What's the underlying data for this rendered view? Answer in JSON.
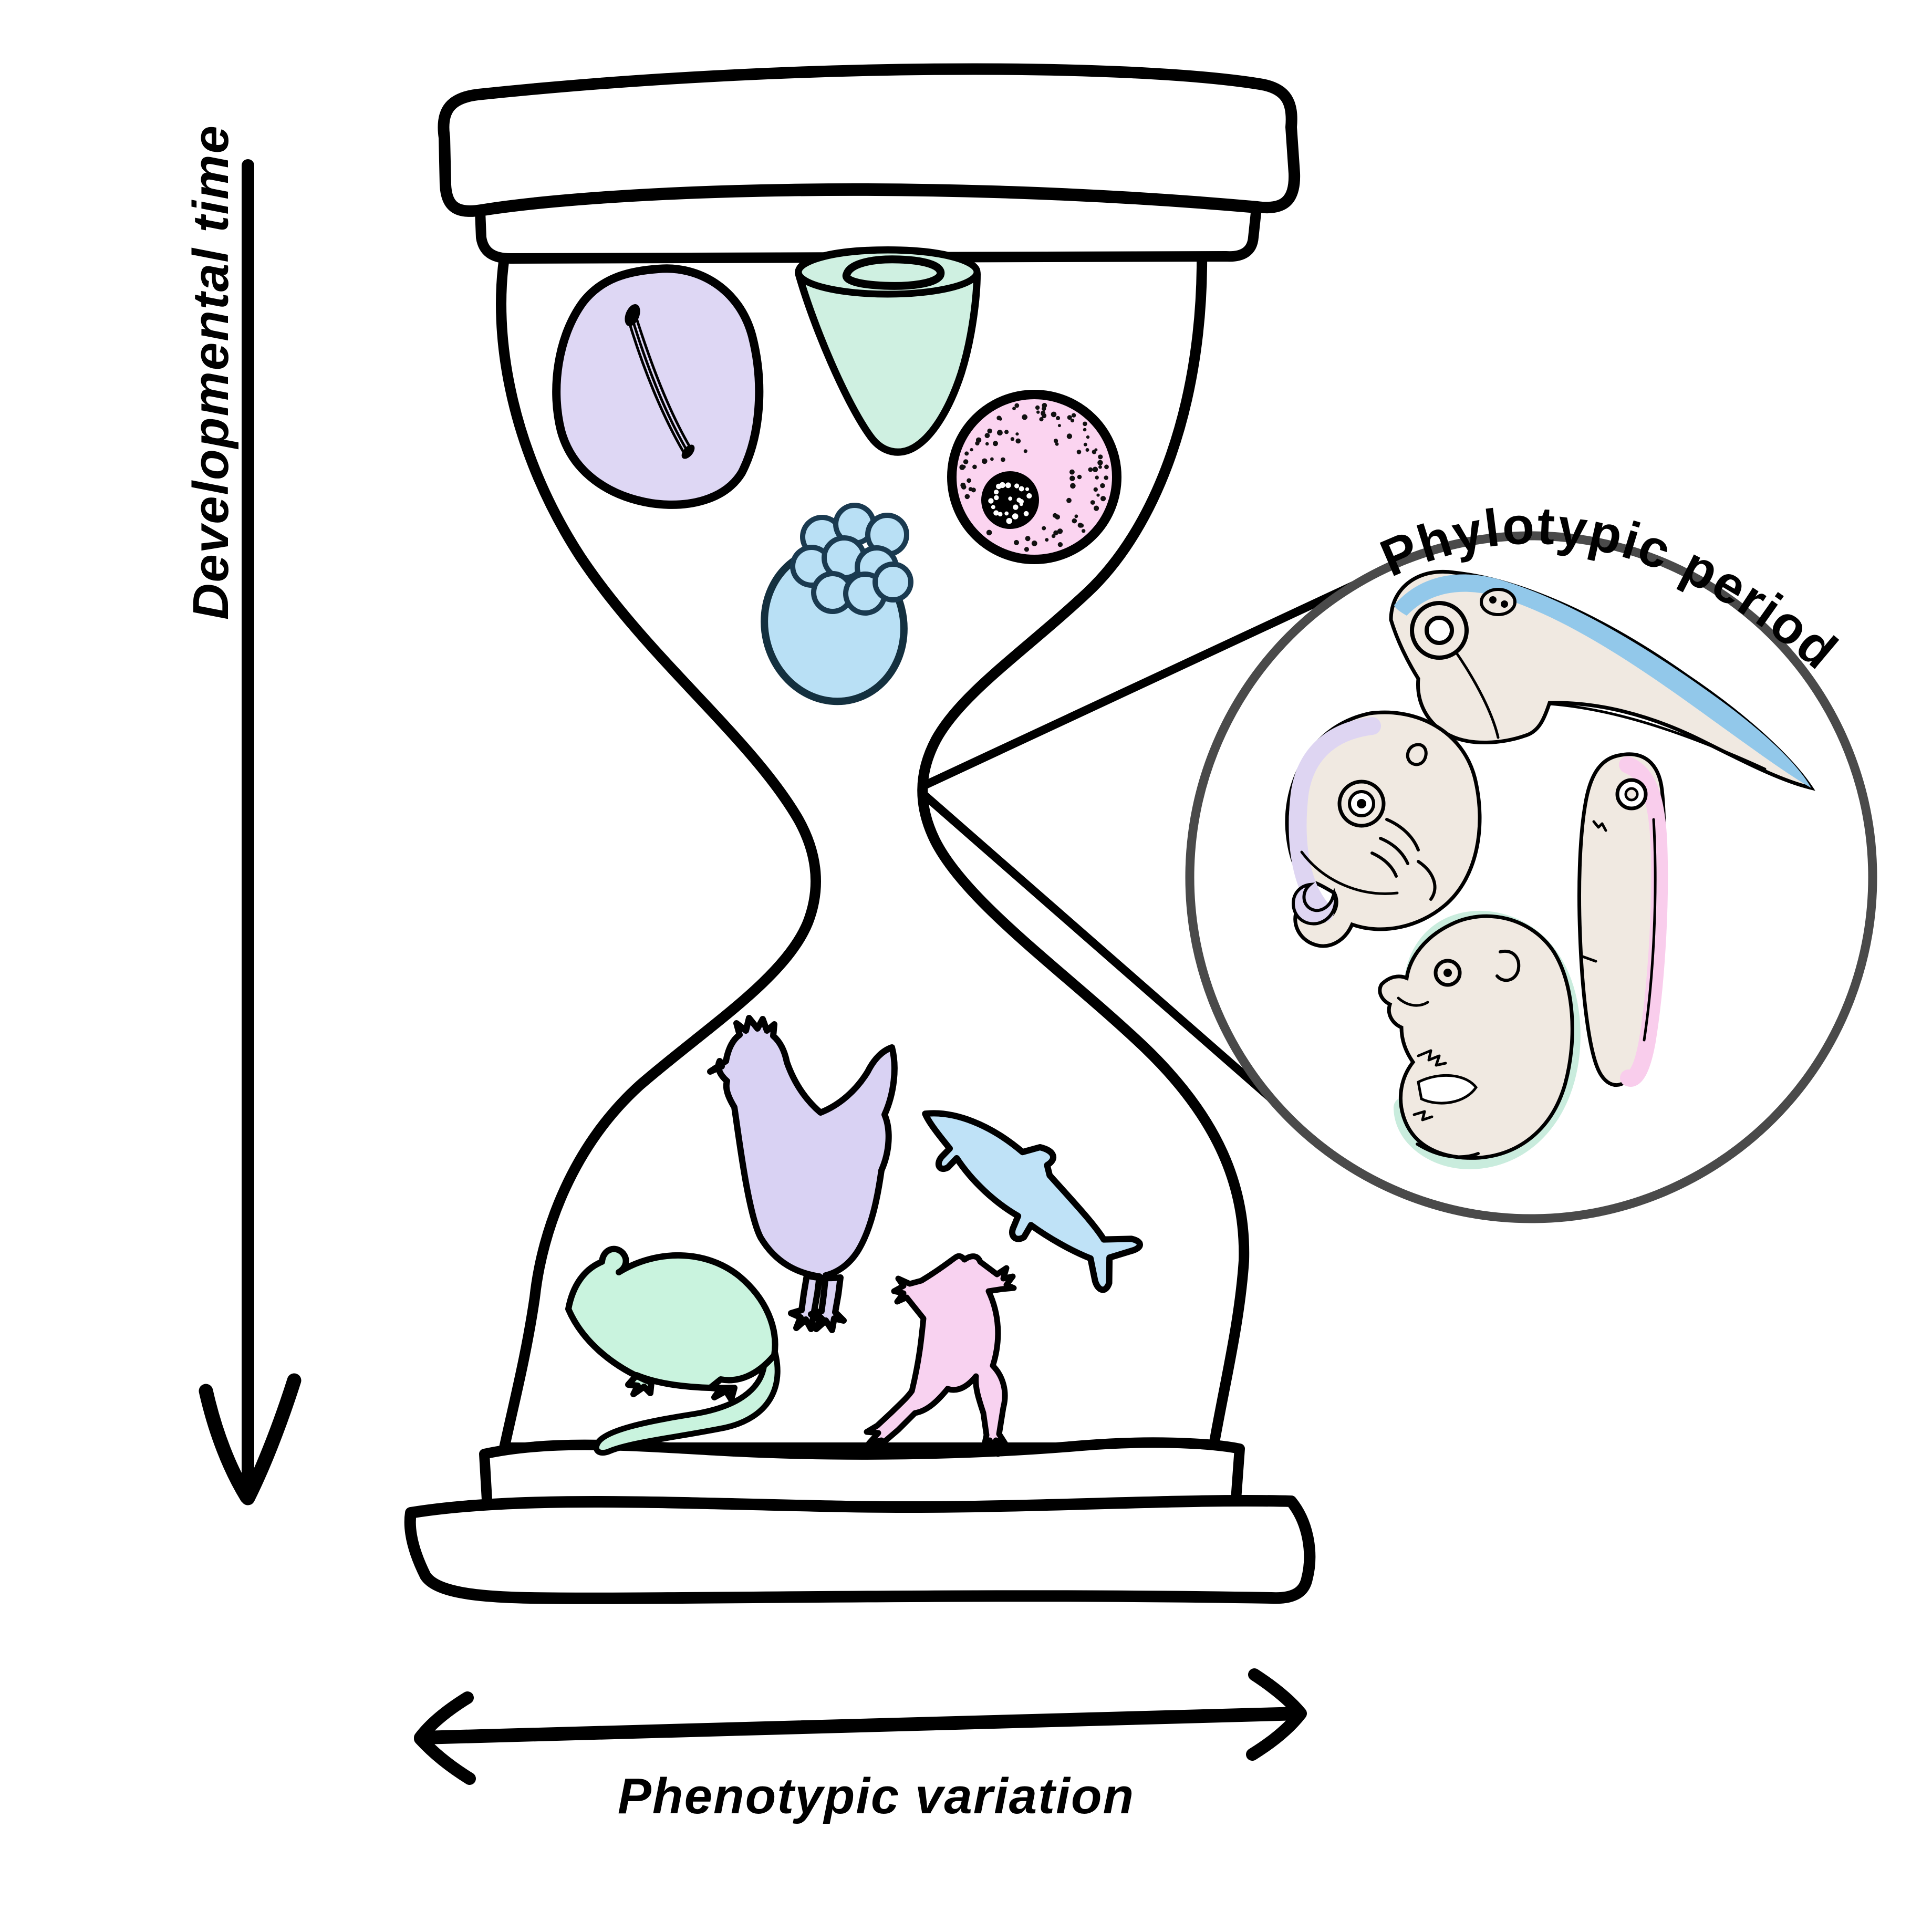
{
  "labels": {
    "developmental_time": "Developmental time",
    "phenotypic_variation": "Phenotypic variation",
    "phylotypic_period": "Phylotypic period"
  },
  "colors": {
    "ink": "#000000",
    "inset_circle_stroke": "#4a4a4a",
    "lavender": "#ded7f4",
    "mint": "#cff0e1",
    "pink": "#fbd4f0",
    "blue": "#b9e0f5",
    "blastocyst_outline": "#14303f",
    "silhouette_chicken": "#d9d2f3",
    "silhouette_fish": "#bfe2f7",
    "silhouette_mouse": "#c9f3de",
    "silhouette_frog": "#f8d2f0",
    "embryo_body": "#f0e9e1",
    "embryo_stripe_blue": "#92c8ea",
    "embryo_trim_lavender": "#ded5f2",
    "embryo_trim_mint": "#c9ecdd",
    "embryo_trim_pink": "#f9cdec"
  },
  "hourglass": {
    "top_contents": [
      "amniote-egg",
      "gastrula",
      "egg-cell",
      "blastocyst"
    ],
    "bottom_animals": [
      "chicken",
      "fish",
      "mouse",
      "frog"
    ]
  },
  "inset": {
    "embryos": [
      "fish-embryo",
      "chick-embryo",
      "mouse-embryo",
      "frog-embryo"
    ]
  }
}
